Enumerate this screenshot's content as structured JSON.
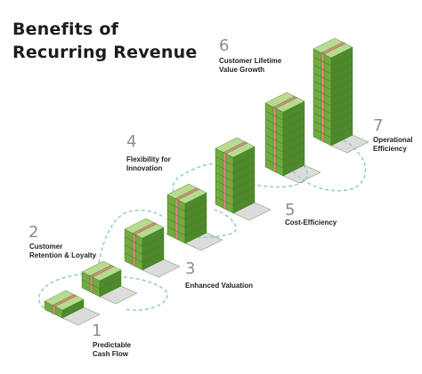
{
  "title": {
    "line1": "Benefits of",
    "line2": "Recurring Revenue"
  },
  "benefits": [
    {
      "number": "1",
      "line1": "Predictable",
      "line2": "Cash Flow"
    },
    {
      "number": "2",
      "line1": "Customer",
      "line2": "Retention & Loyalty"
    },
    {
      "number": "3",
      "line1": "Enhanced Valuation",
      "line2": ""
    },
    {
      "number": "4",
      "line1": "Flexibility for",
      "line2": "Innovation"
    },
    {
      "number": "5",
      "line1": "Cost-Efficiency",
      "line2": ""
    },
    {
      "number": "6",
      "line1": "Customer Lifetime",
      "line2": "Value Growth"
    },
    {
      "number": "7",
      "line1": "Operational",
      "line2": "Efficiency"
    }
  ],
  "colors": {
    "money_top": "#b7dc8f",
    "money_left": "#6fab3f",
    "money_right": "#4e8a2b",
    "band": "#d98b7c",
    "path": "#8cc9c0",
    "shadow": "#dcdcdc",
    "number": "#8c8c8c"
  },
  "icons": {
    "stack": "money-stack-icon"
  }
}
